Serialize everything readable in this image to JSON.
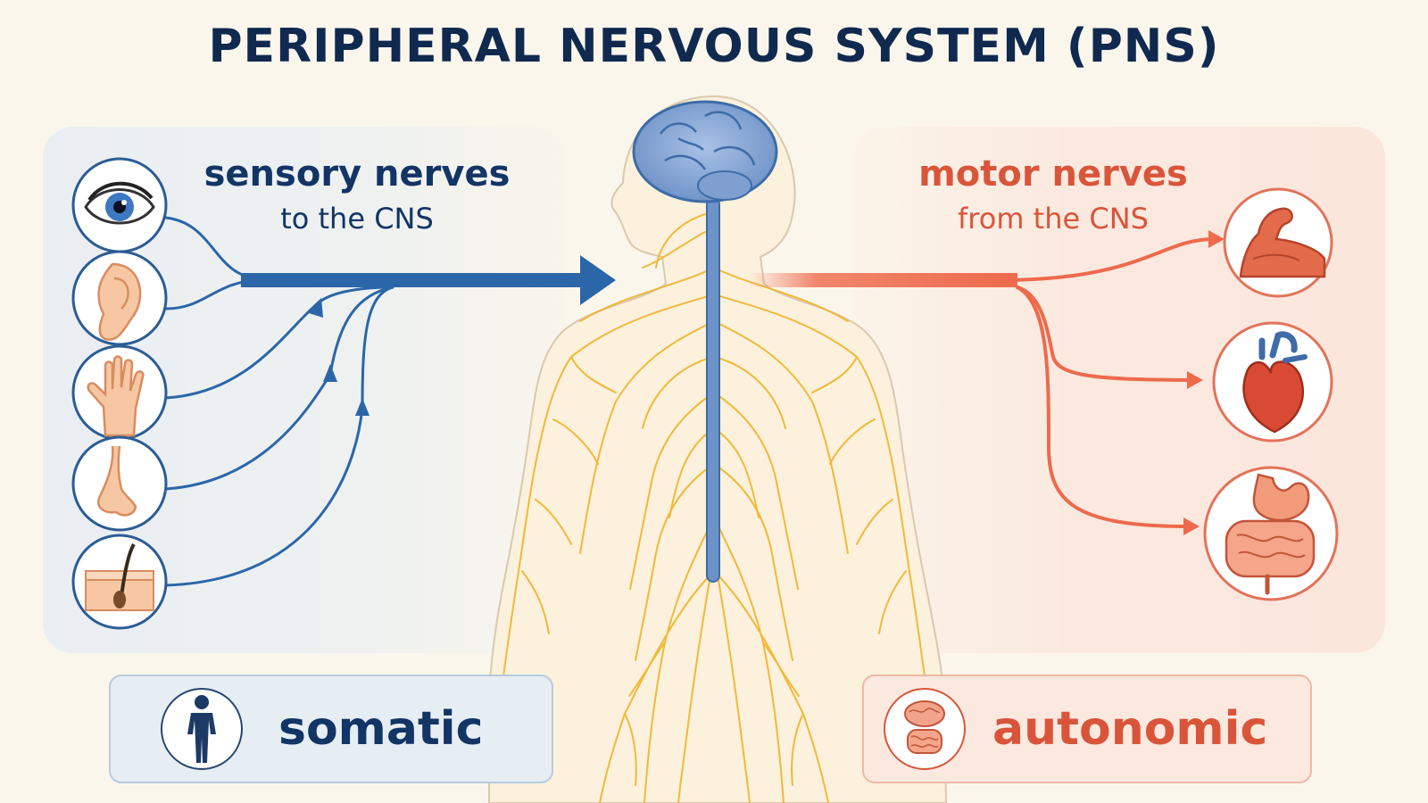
{
  "title": "PERIPHERAL NERVOUS SYSTEM (PNS)",
  "sensory": {
    "heading": "sensory nerves",
    "subheading": "to the CNS",
    "color": "#2b66a8",
    "organs": [
      {
        "name": "eye-icon"
      },
      {
        "name": "ear-icon"
      },
      {
        "name": "hand-icon"
      },
      {
        "name": "nose-icon"
      },
      {
        "name": "skin-icon"
      }
    ]
  },
  "motor": {
    "heading": "motor nerves",
    "subheading": "from the CNS",
    "color": "#ee6a4c",
    "targets": [
      {
        "name": "muscle-icon"
      },
      {
        "name": "heart-icon"
      },
      {
        "name": "digestive-icon"
      }
    ]
  },
  "legend": {
    "somatic": "somatic",
    "autonomic": "autonomic"
  },
  "colors": {
    "background": "#fbf6ec",
    "title": "#10294f",
    "nerve": "#f0b429",
    "spine": "#6f93c8",
    "brain": "#88a8d6"
  }
}
